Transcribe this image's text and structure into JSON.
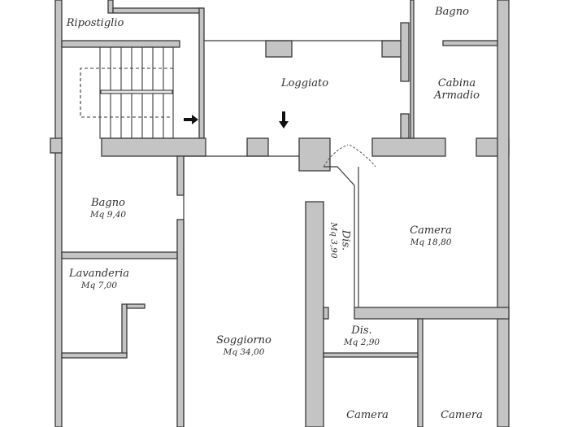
{
  "plan": {
    "wall_fill": "#c4c4c4",
    "wall_stroke": "#3a3a3a",
    "background": "#ffffff"
  },
  "rooms": {
    "ripostiglio": {
      "name": "Ripostiglio",
      "area": ""
    },
    "bagno_top": {
      "name": "Bagno",
      "area": ""
    },
    "loggiato": {
      "name": "Loggiato",
      "area": ""
    },
    "cabina_armadio": {
      "name": "Cabina",
      "name2": "Armadio",
      "area": ""
    },
    "bagno": {
      "name": "Bagno",
      "area": "Mq 9,40"
    },
    "lavanderia": {
      "name": "Lavanderia",
      "area": "Mq 7,00"
    },
    "soggiorno": {
      "name": "Soggiorno",
      "area": "Mq 34,00"
    },
    "dis_vertical": {
      "name": "Dis.",
      "area": "Mq 3,90"
    },
    "camera_main": {
      "name": "Camera",
      "area": "Mq 18,80"
    },
    "dis_small": {
      "name": "Dis.",
      "area": "Mq 2,90"
    },
    "camera_left": {
      "name": "Camera",
      "area": ""
    },
    "camera_right": {
      "name": "Camera",
      "area": ""
    }
  },
  "markers": {
    "entrance_arrow_right": "arrow-right",
    "entrance_arrow_down": "arrow-down"
  }
}
